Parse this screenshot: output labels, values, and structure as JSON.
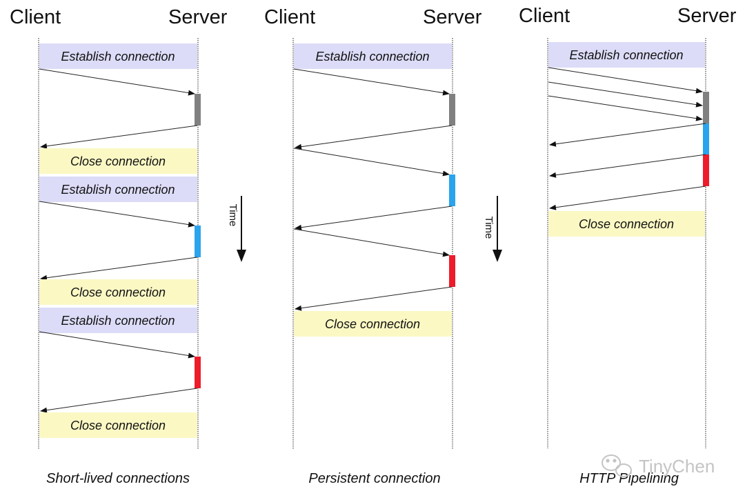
{
  "panels": [
    {
      "client_label": "Client",
      "server_label": "Server",
      "caption": "Short-lived connections",
      "establish_labels": [
        "Establish connection",
        "Establish connection",
        "Establish connection"
      ],
      "close_labels": [
        "Close connection",
        "Close connection",
        "Close connection"
      ]
    },
    {
      "client_label": "Client",
      "server_label": "Server",
      "caption": "Persistent connection",
      "establish_labels": [
        "Establish connection"
      ],
      "close_labels": [
        "Close connection"
      ]
    },
    {
      "client_label": "Client",
      "server_label": "Server",
      "caption": "HTTP Pipelining",
      "establish_labels": [
        "Establish connection"
      ],
      "close_labels": [
        "Close connection"
      ]
    }
  ],
  "time_label": "Time",
  "watermark": "TinyChen",
  "colors": {
    "establish_fill": "#dcdcf8",
    "close_fill": "#fbf8c4",
    "request_1": "#808080",
    "request_2": "#2aa4ec",
    "request_3": "#ee1c2a",
    "line": "#222222"
  }
}
